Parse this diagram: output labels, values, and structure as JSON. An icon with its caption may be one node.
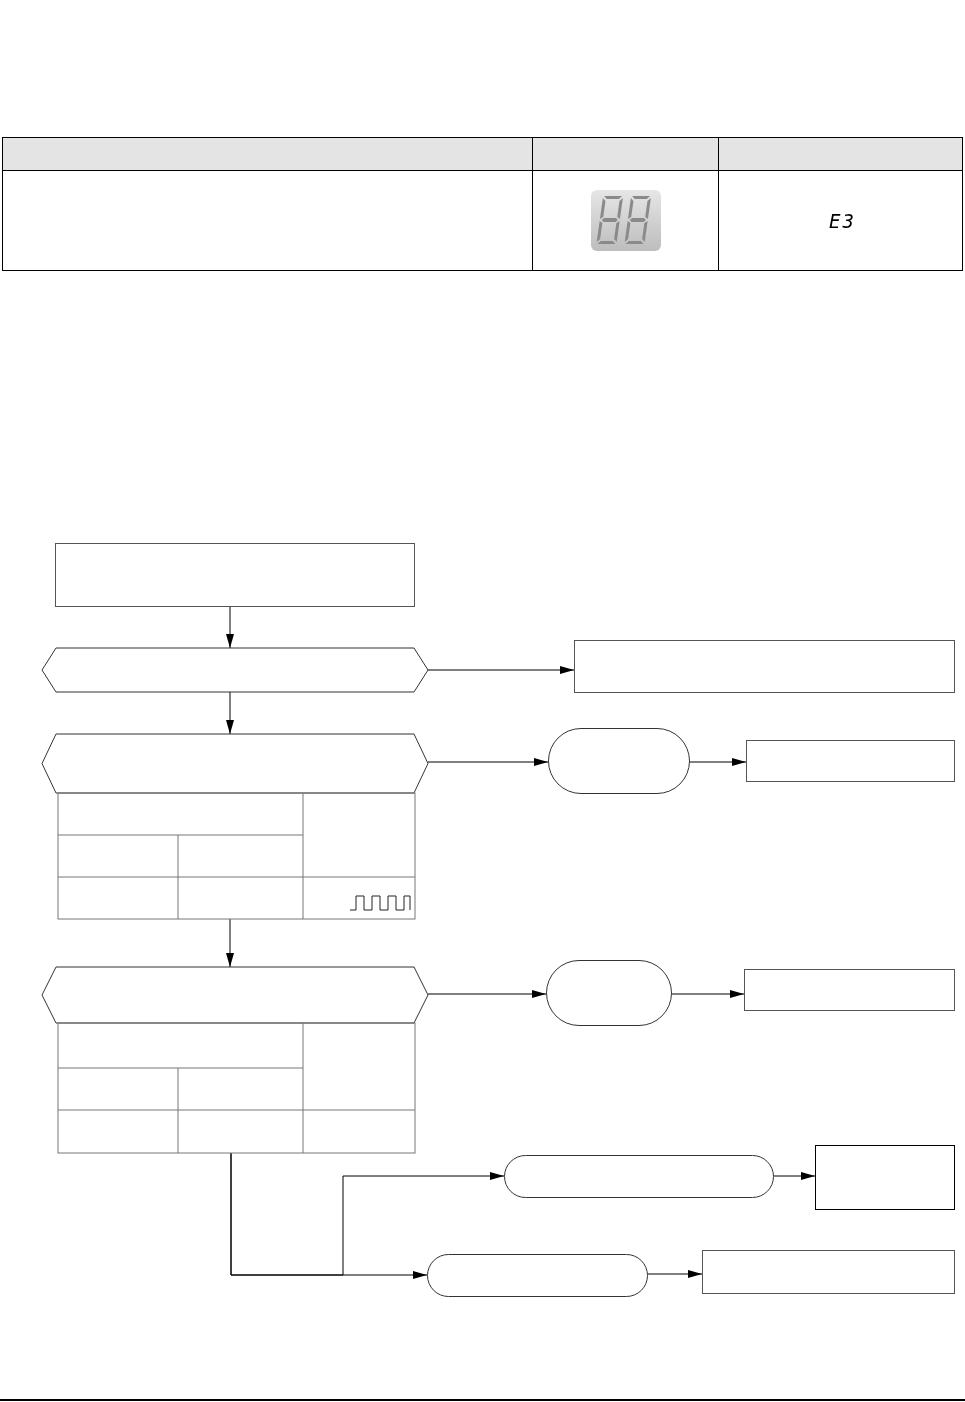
{
  "diagram": {
    "nodes": [
      {
        "text": [],
        "shape": "box"
      },
      {
        "text": [],
        "shape": "hexagon"
      },
      {
        "text": [],
        "shape": "box"
      },
      {
        "text": [],
        "shape": "hexagon"
      },
      {
        "text": [],
        "shape": "capsule"
      },
      {
        "text": [],
        "shape": "box"
      },
      {
        "text": [],
        "shape": "hexagon"
      },
      {
        "text": [],
        "shape": "capsule"
      },
      {
        "text": [],
        "shape": "box"
      },
      {
        "text": [],
        "shape": "capsule"
      },
      {
        "text": [],
        "shape": "box"
      },
      {
        "text": [],
        "shape": "capsule"
      },
      {
        "text": [],
        "shape": "box"
      }
    ],
    "edges": [
      {
        "from": 0,
        "to": 1,
        "arrow": "to"
      },
      {
        "from": 1,
        "to": 2,
        "arrow": "to"
      },
      {
        "from": 1,
        "to": 3,
        "arrow": "to"
      },
      {
        "from": 3,
        "to": 4,
        "arrow": "to"
      },
      {
        "from": 4,
        "to": 5,
        "arrow": "to"
      },
      {
        "from": 3,
        "to": 6,
        "arrow": "to"
      },
      {
        "from": 6,
        "to": 7,
        "arrow": "to"
      },
      {
        "from": 7,
        "to": 8,
        "arrow": "to"
      },
      {
        "from": 6,
        "to": 9,
        "arrow": "to"
      },
      {
        "from": 6,
        "to": 11,
        "arrow": "to"
      },
      {
        "from": 9,
        "to": 10,
        "arrow": "to"
      },
      {
        "from": 11,
        "to": 12,
        "arrow": "to"
      }
    ],
    "labels": [
      "E3"
    ]
  }
}
